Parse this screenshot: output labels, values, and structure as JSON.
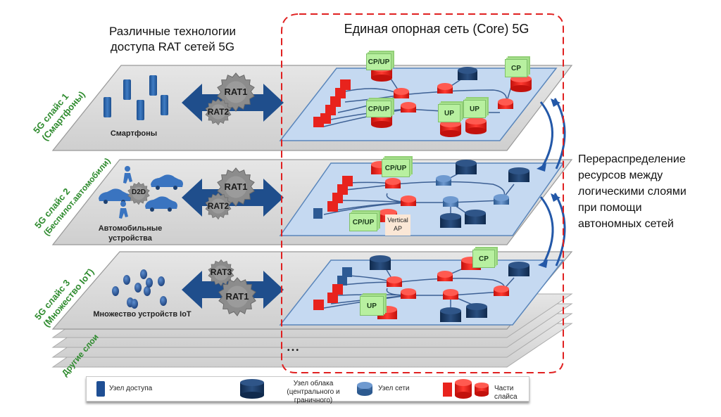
{
  "headings": {
    "rat_title_line1": "Различные технологии",
    "rat_title_line2": "доступа RAT сетей 5G",
    "core_title": "Единая опорная сеть (Core) 5G"
  },
  "side_note": {
    "lines": [
      "Перераспределение",
      "ресурсов между",
      "логическими слоями",
      "при помощи",
      "автономных сетей"
    ]
  },
  "slices": [
    {
      "label_line1": "5G слайс 1",
      "label_line2": "(Смартфоны)",
      "devices_label": "Смартфоны",
      "gears": [
        "RAT1",
        "RAT2"
      ],
      "core_boxes": [
        "CP/UP",
        "CP/UP",
        "UP",
        "UP",
        "CP"
      ]
    },
    {
      "label_line1": "5G слайс 2",
      "label_line2": "(Беспилот.автомобили)",
      "devices_label_line1": "Автомобильные",
      "devices_label_line2": "устройства",
      "d2d_label": "D2D",
      "gears": [
        "RAT1",
        "RAT2"
      ],
      "core_boxes": [
        "CP/UP",
        "CP/UP"
      ],
      "vertical_ap_line1": "Vertical",
      "vertical_ap_line2": "AP"
    },
    {
      "label_line1": "5G слайс 3",
      "label_line2": "(Множество IoT)",
      "devices_label": "Множество устройств IoT",
      "gears": [
        "RAT3",
        "RAT1"
      ],
      "core_boxes": [
        "CP",
        "UP"
      ]
    }
  ],
  "other_layers_label": "Другие слои",
  "ellipsis": "• • •",
  "legend": {
    "access_node": "Узел доступа",
    "cloud_node_line1": "Узел облака (центрального и",
    "cloud_node_line2": "граничного)",
    "network_node": "Узел сети",
    "slice_parts": "Части слайса"
  },
  "colors": {
    "slice_label_green": "#2e8b2e",
    "core_border_red": "#e02020",
    "arrow_blue": "#1f4e8c",
    "plane_blue": "#c5d9f1",
    "slice_red": "#e8231d",
    "box_green": "#b8f0a0",
    "node_dark": "#1b3a66",
    "node_blue": "#3d6ea8",
    "gear_gray": "#8a8a8a",
    "plate_gray": "#d9d9d9"
  }
}
